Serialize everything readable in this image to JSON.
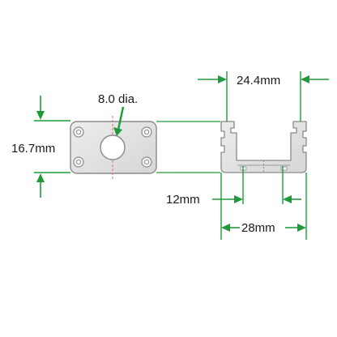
{
  "labels": {
    "hole_diameter": "8.0 dia.",
    "clip_height": "16.7mm",
    "profile_inner_width": "24.4mm",
    "slot_spacing": "12mm",
    "profile_outer_width": "28mm"
  },
  "colors": {
    "background": "#ffffff",
    "dimension_line": "#1f9a3a",
    "outline": "#8a8a8a",
    "part_fill": "#e3e3e3",
    "center_mark": "#d46a8a",
    "text": "#1a1a1a"
  }
}
